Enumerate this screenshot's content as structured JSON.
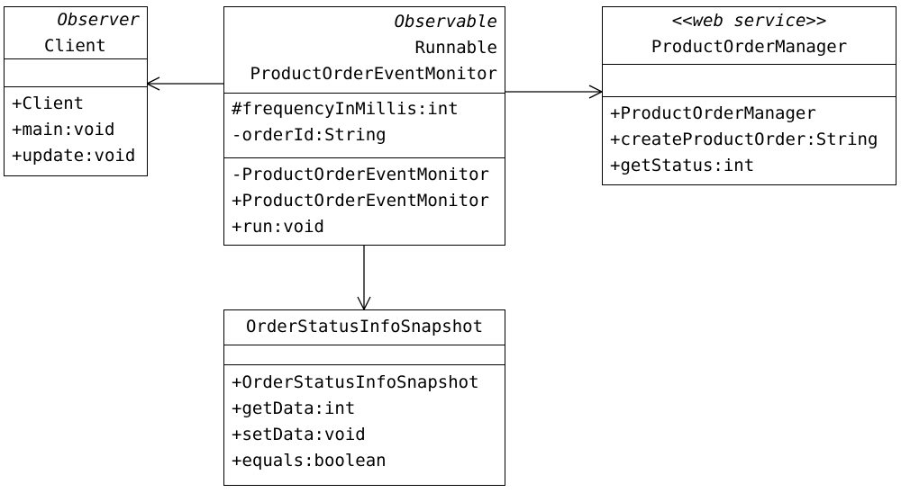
{
  "client": {
    "stereotype": "Observer",
    "name": "Client",
    "attributes": [],
    "operations": [
      "+Client",
      "+main:void",
      "+update:void"
    ]
  },
  "monitor": {
    "stereotype": "Observable",
    "interface": "Runnable",
    "name": "ProductOrderEventMonitor",
    "attributes": [
      "#frequencyInMillis:int",
      "-orderId:String"
    ],
    "operations": [
      "-ProductOrderEventMonitor",
      "+ProductOrderEventMonitor",
      "+run:void"
    ]
  },
  "manager": {
    "stereotype": "<<web service>>",
    "name": "ProductOrderManager",
    "attributes": [],
    "operations": [
      "+ProductOrderManager",
      "+createProductOrder:String",
      "+getStatus:int"
    ]
  },
  "snapshot": {
    "name": "OrderStatusInfoSnapshot",
    "attributes": [],
    "operations": [
      "+OrderStatusInfoSnapshot",
      "+getData:int",
      "+setData:void",
      "+equals:boolean"
    ]
  }
}
